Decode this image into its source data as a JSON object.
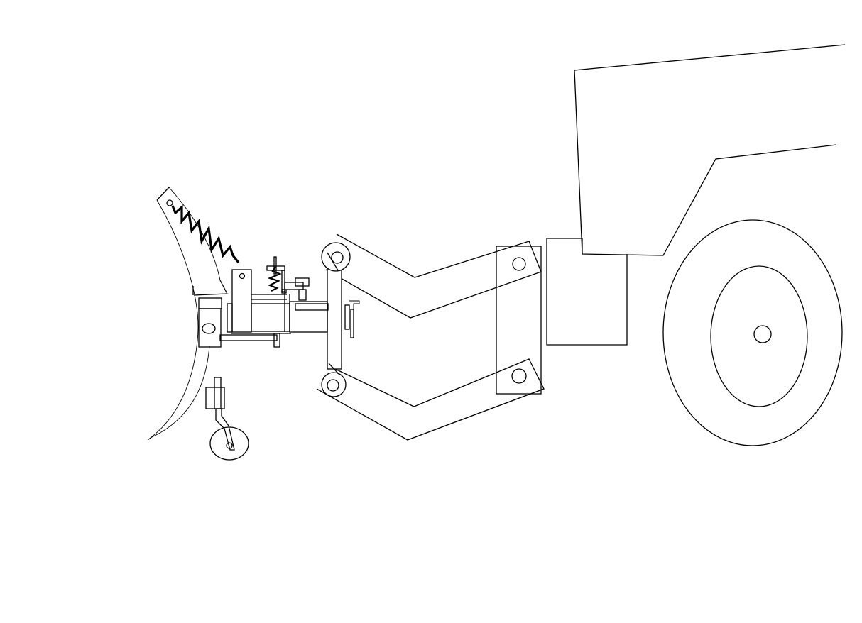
{
  "diagram": {
    "subject": "",
    "background": "#ffffff",
    "stroke_color": "#000000",
    "components": [
      "vehicle-body",
      "vehicle-wheel",
      "front-mount-plate",
      "mounting-bracket",
      "upper-lift-arm",
      "lower-lift-arm",
      "vertical-pivot-post",
      "hydraulic-cylinder",
      "angle-bracket",
      "blade-tension-spring",
      "plow-blade-moldboard",
      "blade-shoe"
    ],
    "labels": []
  }
}
